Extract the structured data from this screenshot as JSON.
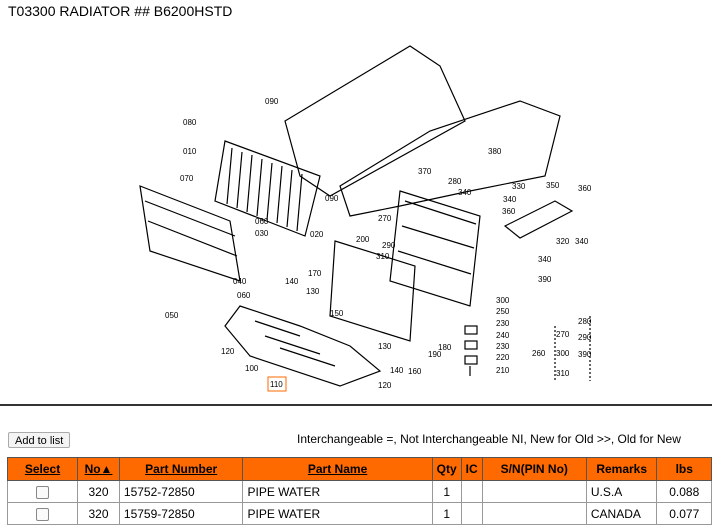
{
  "page_title": "T03300 RADIATOR ## B6200HSTD",
  "diagram": {
    "callouts": [
      "010",
      "020",
      "030",
      "040",
      "050",
      "060",
      "070",
      "080",
      "090",
      "090",
      "100",
      "110",
      "120",
      "120",
      "130",
      "130",
      "140",
      "140",
      "150",
      "160",
      "170",
      "180",
      "190",
      "200",
      "210",
      "220",
      "230",
      "230",
      "240",
      "250",
      "260",
      "270",
      "270",
      "280",
      "280",
      "290",
      "290",
      "300",
      "300",
      "310",
      "310",
      "320",
      "330",
      "340",
      "340",
      "340",
      "350",
      "360",
      "360",
      "370",
      "380",
      "390",
      "390"
    ]
  },
  "toolbar": {
    "add_to_list_label": "Add to list",
    "legend_text": "Interchangeable =, Not Interchangeable NI, New for Old >>, Old for New"
  },
  "table": {
    "headers": {
      "select": "Select",
      "no": "No▲",
      "part_number": "Part Number",
      "part_name": "Part Name",
      "qty": "Qty",
      "ic": "IC",
      "sn": "S/N(PIN No)",
      "remarks": "Remarks",
      "lbs": "lbs"
    },
    "rows": [
      {
        "no": "320",
        "part_number": "15752-72850",
        "part_name": "PIPE WATER",
        "qty": "1",
        "ic": "",
        "sn": "",
        "remarks": "U.S.A",
        "lbs": "0.088"
      },
      {
        "no": "320",
        "part_number": "15759-72850",
        "part_name": "PIPE WATER",
        "qty": "1",
        "ic": "",
        "sn": "",
        "remarks": "CANADA",
        "lbs": "0.077"
      }
    ]
  },
  "colors": {
    "header_bg": "#ff6a00",
    "callout_box": "#ff6a00"
  }
}
